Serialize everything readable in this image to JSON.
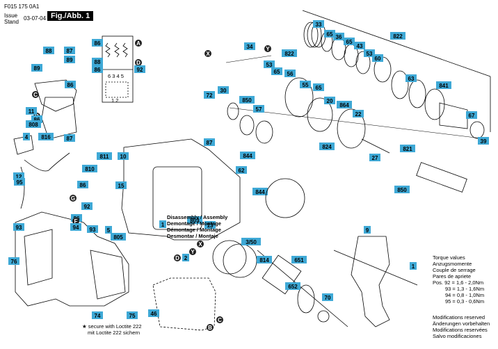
{
  "doc_id": "F015 175 0A1",
  "issue_label": "Issue",
  "stand_label": "Stand",
  "issue_date": "03-07-04",
  "fig_label": "Fig./Abb. 1",
  "disassembly": [
    "Disassembly / Assembly",
    "Demontage / Montage",
    "Démontage / Montage",
    "Desmontar / Montaje"
  ],
  "torque": [
    "Torque values",
    "Anzugsmomente",
    "Couple de serrage",
    "Pares de apriete",
    "Pos. 92 = 1,6 - 2,0Nm",
    "93 = 1,3 - 1,6Nm",
    "94 = 0,8 - 1,0Nm",
    "95 = 0,3 - 0,6Nm"
  ],
  "mods": [
    "Modifications reserved",
    "Änderungen vorbehalten",
    "Modifications reservées",
    "Salvo modificaciones"
  ],
  "loctite": [
    "★ secure with Loctite 222",
    "mit Loctite 222 sichern"
  ],
  "wiring_labels": [
    "6 3 4 5",
    "1 2"
  ],
  "part_labels": [
    "33",
    "65",
    "36",
    "65",
    "43",
    "53",
    "60",
    "822",
    "34",
    "X",
    "Y",
    "65",
    "53",
    "822",
    "56",
    "63",
    "30",
    "72",
    "65",
    "55",
    "20",
    "864",
    "22",
    "841",
    "67",
    "39",
    "850",
    "57",
    "844",
    "62",
    "824",
    "821",
    "27",
    "850",
    "844",
    "811",
    "810",
    "10",
    "15",
    "86",
    "G",
    "92",
    "86",
    "F",
    "94",
    "93",
    "5",
    "805",
    "12",
    "95",
    "4",
    "816",
    "87",
    "86",
    "C",
    "B",
    "86",
    "88",
    "87",
    "89",
    "89",
    "86",
    "88",
    "86",
    "A",
    "D",
    "92",
    "11",
    "808",
    "93",
    "76",
    "74",
    "75",
    "46",
    "C",
    "B",
    "D",
    "X",
    "Y",
    "2",
    "13",
    "803",
    "3/50",
    "814",
    "651",
    "652",
    "70",
    "9",
    "1",
    "1",
    "87"
  ]
}
